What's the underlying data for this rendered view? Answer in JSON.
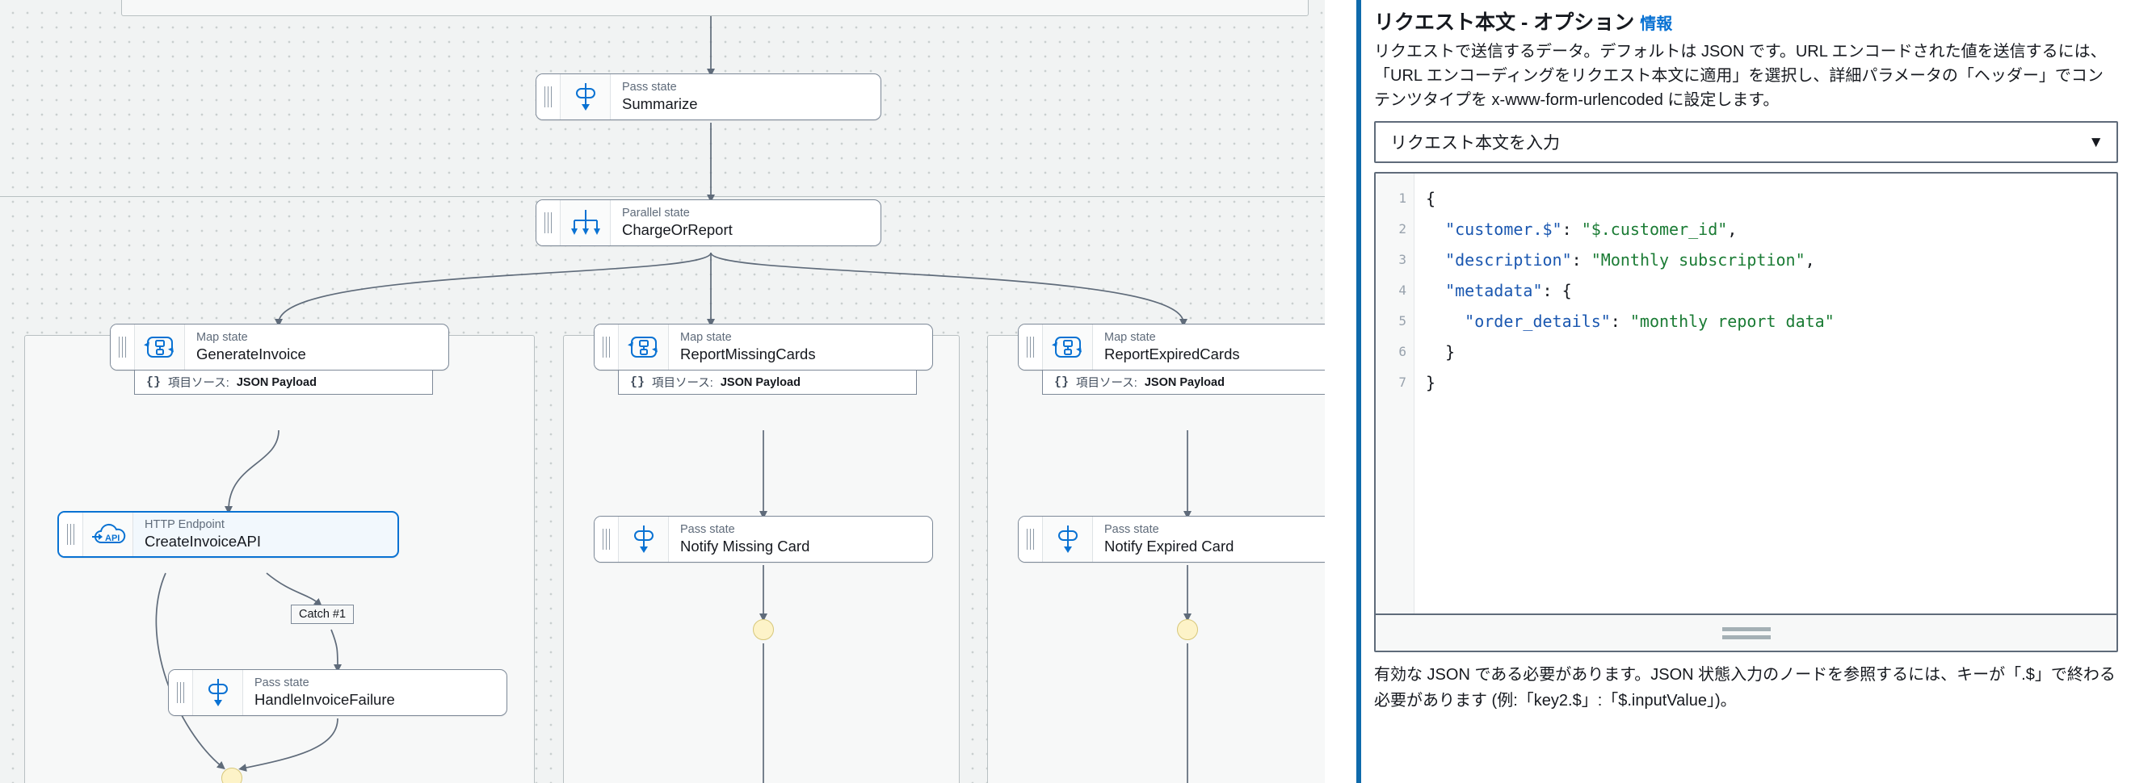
{
  "canvas": {
    "nodes": [
      {
        "id": "summarize",
        "type": "Pass state",
        "name": "Summarize",
        "icon": "pass-state-icon",
        "selected": false
      },
      {
        "id": "chargeorreport",
        "type": "Parallel state",
        "name": "ChargeOrReport",
        "icon": "parallel-state-icon",
        "selected": false
      },
      {
        "id": "generateinvoice",
        "type": "Map state",
        "name": "GenerateInvoice",
        "icon": "map-state-icon",
        "selected": false
      },
      {
        "id": "reportmissing",
        "type": "Map state",
        "name": "ReportMissingCards",
        "icon": "map-state-icon",
        "selected": false
      },
      {
        "id": "reportexpired",
        "type": "Map state",
        "name": "ReportExpiredCards",
        "icon": "map-state-icon",
        "selected": false
      },
      {
        "id": "createinvoiceapi",
        "type": "HTTP Endpoint",
        "name": "CreateInvoiceAPI",
        "icon": "http-endpoint-icon",
        "selected": true
      },
      {
        "id": "notifymissing",
        "type": "Pass state",
        "name": "Notify Missing Card",
        "icon": "pass-state-icon",
        "selected": false
      },
      {
        "id": "notifyexpired",
        "type": "Pass state",
        "name": "Notify Expired Card",
        "icon": "pass-state-icon",
        "selected": false
      },
      {
        "id": "handlefailure",
        "type": "Pass state",
        "name": "HandleInvoiceFailure",
        "icon": "pass-state-icon",
        "selected": false
      }
    ],
    "badges": {
      "item_source_prefix": "項目ソース:",
      "item_source_value": "JSON Payload",
      "brace": "{}"
    },
    "catch_label": "Catch #1"
  },
  "panel": {
    "title": "リクエスト本文 - オプション",
    "info_link": "情報",
    "description": "リクエストで送信するデータ。デフォルトは JSON です。URL エンコードされた値を送信するには、「URL エンコーディングをリクエスト本文に適用」を選択し、詳細パラメータの「ヘッダー」でコンテンツタイプを x-www-form-urlencoded に設定します。",
    "select": {
      "value": "リクエスト本文を入力",
      "caret": "▼"
    },
    "editor": {
      "line_numbers": [
        "1",
        "2",
        "3",
        "4",
        "5",
        "6",
        "7"
      ],
      "lines": [
        [
          {
            "t": "{",
            "c": "pun"
          }
        ],
        [
          {
            "t": "  ",
            "c": "pun"
          },
          {
            "t": "\"customer.$\"",
            "c": "key"
          },
          {
            "t": ": ",
            "c": "pun"
          },
          {
            "t": "\"$.customer_id\"",
            "c": "str"
          },
          {
            "t": ",",
            "c": "pun"
          }
        ],
        [
          {
            "t": "  ",
            "c": "pun"
          },
          {
            "t": "\"description\"",
            "c": "key"
          },
          {
            "t": ": ",
            "c": "pun"
          },
          {
            "t": "\"Monthly subscription\"",
            "c": "str"
          },
          {
            "t": ",",
            "c": "pun"
          }
        ],
        [
          {
            "t": "  ",
            "c": "pun"
          },
          {
            "t": "\"metadata\"",
            "c": "key"
          },
          {
            "t": ": {",
            "c": "pun"
          }
        ],
        [
          {
            "t": "    ",
            "c": "pun"
          },
          {
            "t": "\"order_details\"",
            "c": "key"
          },
          {
            "t": ": ",
            "c": "pun"
          },
          {
            "t": "\"monthly report data\"",
            "c": "str"
          }
        ],
        [
          {
            "t": "  }",
            "c": "pun"
          }
        ],
        [
          {
            "t": "}",
            "c": "pun"
          }
        ]
      ]
    },
    "helper_text": "有効な JSON である必要があります。JSON 状態入力のノードを参照するには、キーが「.$」で終わる必要があります (例:「key2.$」:「$.inputValue」)。"
  },
  "colors": {
    "accent_blue": "#0972d3",
    "panel_bar_blue": "#0f6aab",
    "canvas_bg": "#f1f3f3",
    "node_border": "#7d8998",
    "end_node_fill": "#fdf3c8",
    "code_key": "#1a57b0",
    "code_string": "#1a7b34"
  }
}
